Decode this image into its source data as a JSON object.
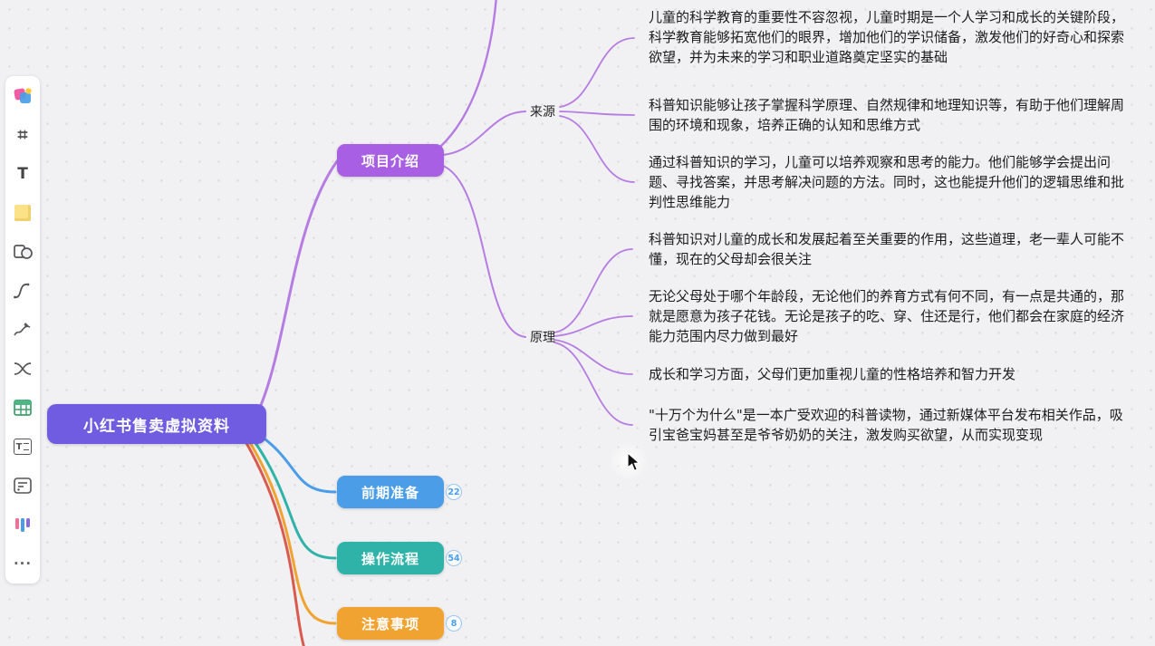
{
  "app": {
    "canvas_bg": "#f1f1f3",
    "dot_color": "#d8d8db"
  },
  "toolbar": {
    "frame_glyph": "⌗",
    "text_glyph": "T",
    "more_glyph": "···",
    "icons": [
      "app-logo-icon",
      "frame-icon",
      "text-icon",
      "sticky-note-icon",
      "shapes-icon",
      "curve-icon",
      "pen-icon",
      "connector-icon",
      "table-icon",
      "text-frame-icon",
      "card-icon",
      "kanban-icon",
      "more-icon"
    ]
  },
  "mindmap": {
    "root": {
      "label": "小红书售卖虚拟资料",
      "color": "#6f5ce0"
    },
    "project_intro": {
      "label": "项目介绍",
      "color": "#a95fe3"
    },
    "preparation": {
      "label": "前期准备",
      "color": "#4a9de6",
      "badge": "22"
    },
    "workflow": {
      "label": "操作流程",
      "color": "#2fb3a9",
      "badge": "54"
    },
    "notes": {
      "label": "注意事项",
      "color": "#f0a330",
      "badge": "8"
    },
    "source": {
      "label": "来源"
    },
    "principle": {
      "label": "原理"
    },
    "leaves": [
      {
        "text": "儿童的科学教育的重要性不容忽视，儿童时期是一个人学习和成长的关键阶段，科学教育能够拓宽他们的眼界，增加他们的学识储备，激发他们的好奇心和探索欲望，并为未来的学习和职业道路奠定坚实的基础"
      },
      {
        "text": "科普知识能够让孩子掌握科学原理、自然规律和地理知识等，有助于他们理解周围的环境和现象，培养正确的认知和思维方式"
      },
      {
        "text": "通过科普知识的学习，儿童可以培养观察和思考的能力。他们能够学会提出问题、寻找答案，并思考解决问题的方法。同时，这也能提升他们的逻辑思维和批判性思维能力"
      },
      {
        "text": "科普知识对儿童的成长和发展起着至关重要的作用，这些道理，老一辈人可能不懂，现在的父母却会很关注"
      },
      {
        "text": "无论父母处于哪个年龄段，无论他们的养育方式有何不同，有一点是共通的，那就是愿意为孩子花钱。无论是孩子的吃、穿、住还是行，他们都会在家庭的经济能力范围内尽力做到最好"
      },
      {
        "text": "成长和学习方面，父母们更加重视儿童的性格培养和智力开发"
      },
      {
        "text": "\"十万个为什么\"是一本广受欢迎的科普读物，通过新媒体平台发布相关作品，吸引宝爸宝妈甚至是爷爷奶奶的关注，激发购买欲望，从而实现变现"
      }
    ],
    "edge_colors": {
      "purple": "#b57ce2",
      "blue": "#4a9de6",
      "teal": "#2fb3a9",
      "orange": "#f0a330",
      "red": "#d95b50"
    }
  }
}
